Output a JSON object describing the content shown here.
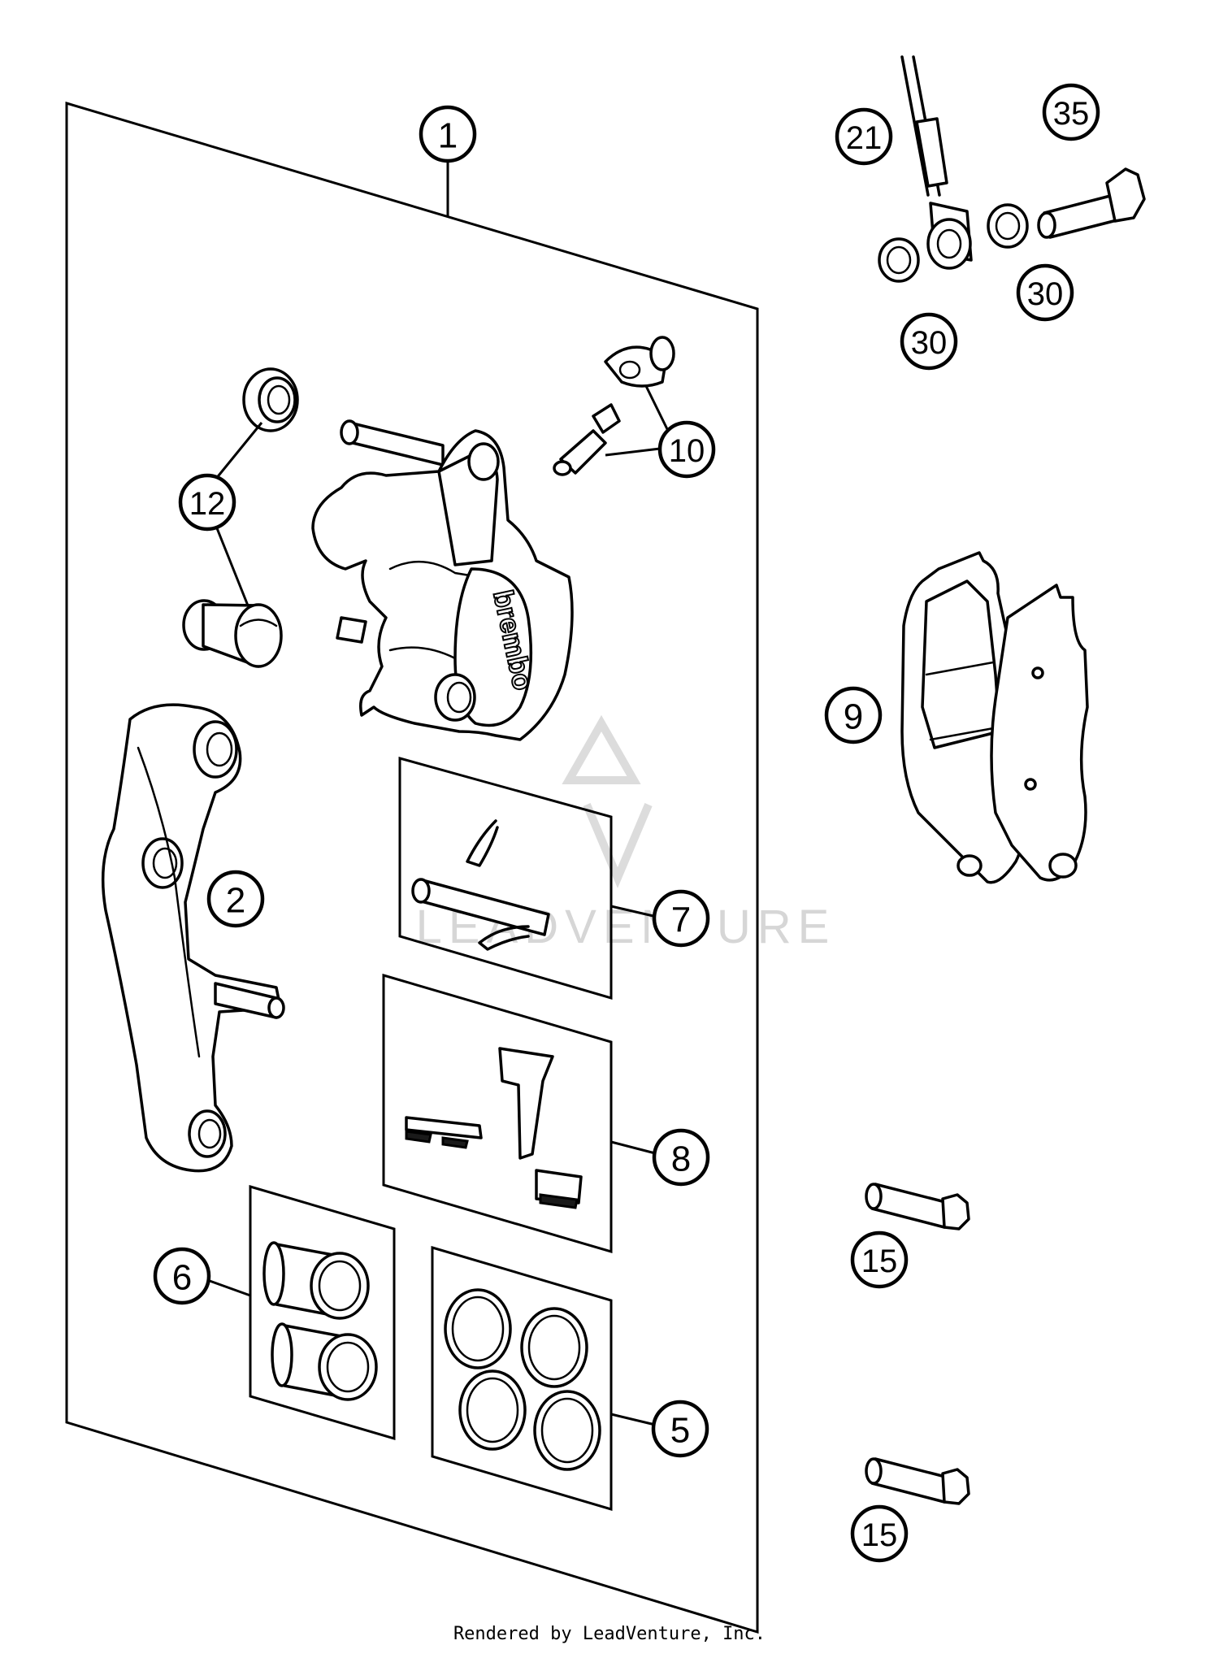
{
  "callouts": {
    "c1": "1",
    "c2": "2",
    "c5": "5",
    "c6": "6",
    "c7": "7",
    "c8": "8",
    "c9": "9",
    "c10": "10",
    "c12": "12",
    "c15a": "15",
    "c15b": "15",
    "c21": "21",
    "c30a": "30",
    "c30b": "30",
    "c35": "35"
  },
  "caliper_brand": "brembo",
  "watermark": "LEADVENTURE",
  "footer": "Rendered by LeadVenture, Inc."
}
